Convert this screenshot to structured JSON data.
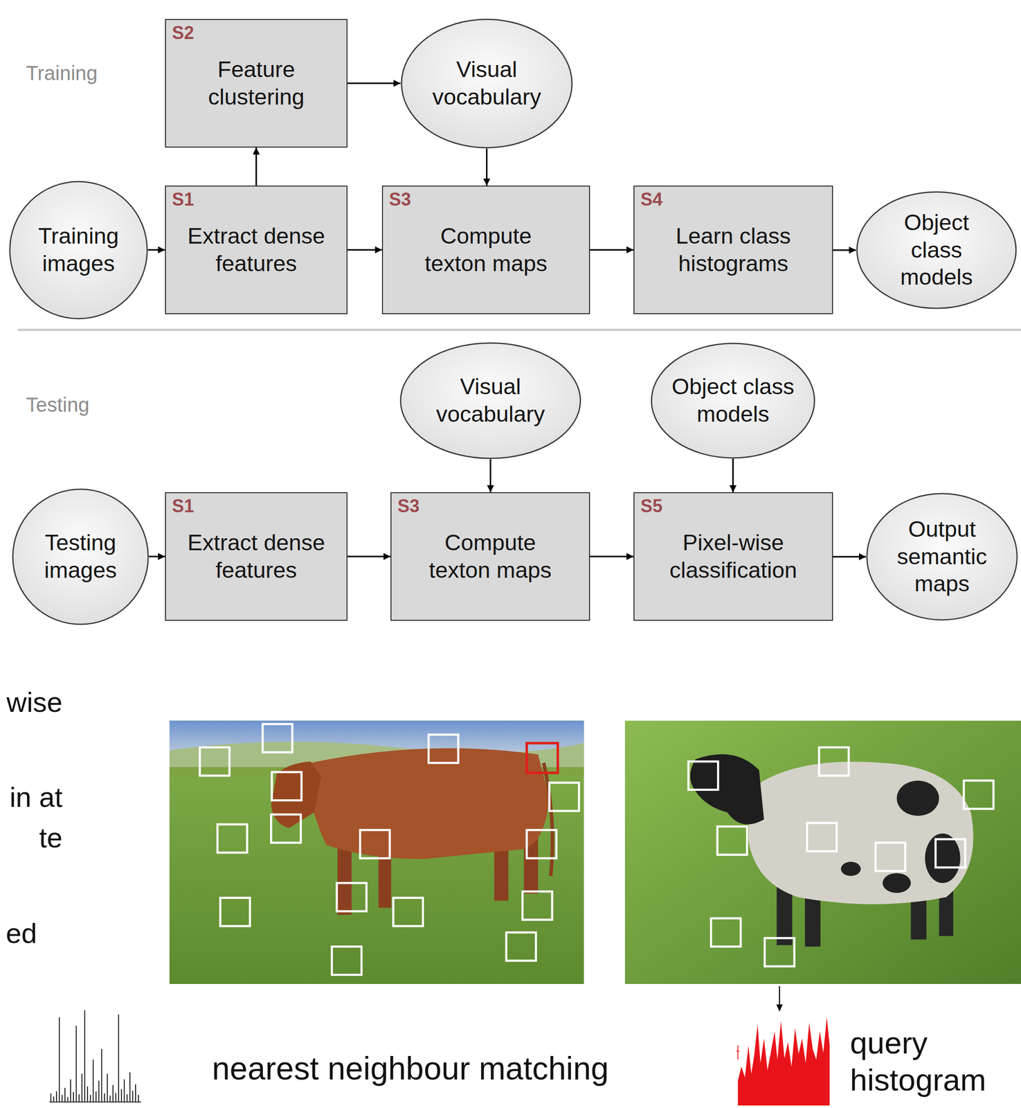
{
  "diagram": {
    "nodes": [
      {
        "text": [
          "S2",
          "Feature clustering"
        ]
      },
      {
        "text": [
          "Visual vocabulary"
        ]
      },
      {
        "text": [
          "Training images"
        ]
      },
      {
        "text": [
          "S1",
          "Extract dense features"
        ]
      },
      {
        "text": [
          "S3",
          "Compute texton maps"
        ]
      },
      {
        "text": [
          "S4",
          "Learn class histograms"
        ]
      },
      {
        "text": [
          "Object class models"
        ]
      },
      {
        "text": [
          "Visual vocabulary"
        ]
      },
      {
        "text": [
          "Object class models"
        ]
      },
      {
        "text": [
          "Testing images"
        ]
      },
      {
        "text": [
          "S1",
          "Extract dense features"
        ]
      },
      {
        "text": [
          "S3",
          "Compute texton maps"
        ]
      },
      {
        "text": [
          "S5",
          "Pixel-wise classification"
        ]
      },
      {
        "text": [
          "Output semantic maps"
        ]
      }
    ],
    "edges": [
      {
        "from": 2,
        "to": 3,
        "arrow": "to"
      },
      {
        "from": 3,
        "to": 0,
        "arrow": "to"
      },
      {
        "from": 0,
        "to": 1,
        "arrow": "to"
      },
      {
        "from": 1,
        "to": 4,
        "arrow": "to"
      },
      {
        "from": 3,
        "to": 4,
        "arrow": "to"
      },
      {
        "from": 4,
        "to": 5,
        "arrow": "to"
      },
      {
        "from": 5,
        "to": 6,
        "arrow": "to"
      },
      {
        "from": 9,
        "to": 10,
        "arrow": "to"
      },
      {
        "from": 10,
        "to": 11,
        "arrow": "to"
      },
      {
        "from": 7,
        "to": 11,
        "arrow": "to"
      },
      {
        "from": 11,
        "to": 12,
        "arrow": "to"
      },
      {
        "from": 8,
        "to": 12,
        "arrow": "to"
      },
      {
        "from": 12,
        "to": 13,
        "arrow": "to"
      }
    ],
    "labels": [
      "Training",
      "Testing",
      "wise",
      "in at",
      "te",
      "ed",
      "nearest neighbour matching",
      "query histogram"
    ]
  }
}
